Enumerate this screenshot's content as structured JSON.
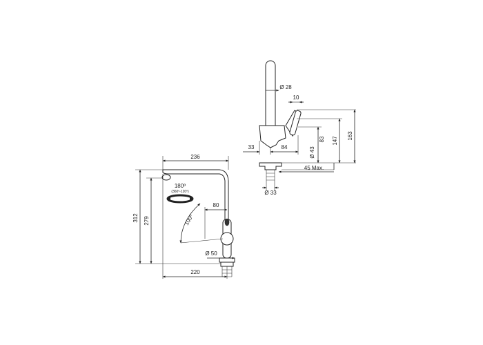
{
  "side_view": {
    "dim_width_top": "236",
    "dim_height_total": "312",
    "dim_height_spout": "279",
    "dim_rotation": "180º",
    "dim_rotation_sub": "(360º-120º)",
    "dim_lever_swing": "100º",
    "dim_lever_offset": "80",
    "dim_diameter_base": "Ø 50",
    "dim_reach": "220"
  },
  "front_view": {
    "dim_diameter_body": "Ø 28",
    "dim_lever_width": "10",
    "dim_left": "33",
    "dim_center": "84",
    "dim_height_83": "83",
    "dim_height_147": "147",
    "dim_height_163": "163",
    "dim_diameter_43": "Ø 43",
    "dim_max_45": "45 Max.",
    "dim_diameter_33": "Ø 33"
  }
}
